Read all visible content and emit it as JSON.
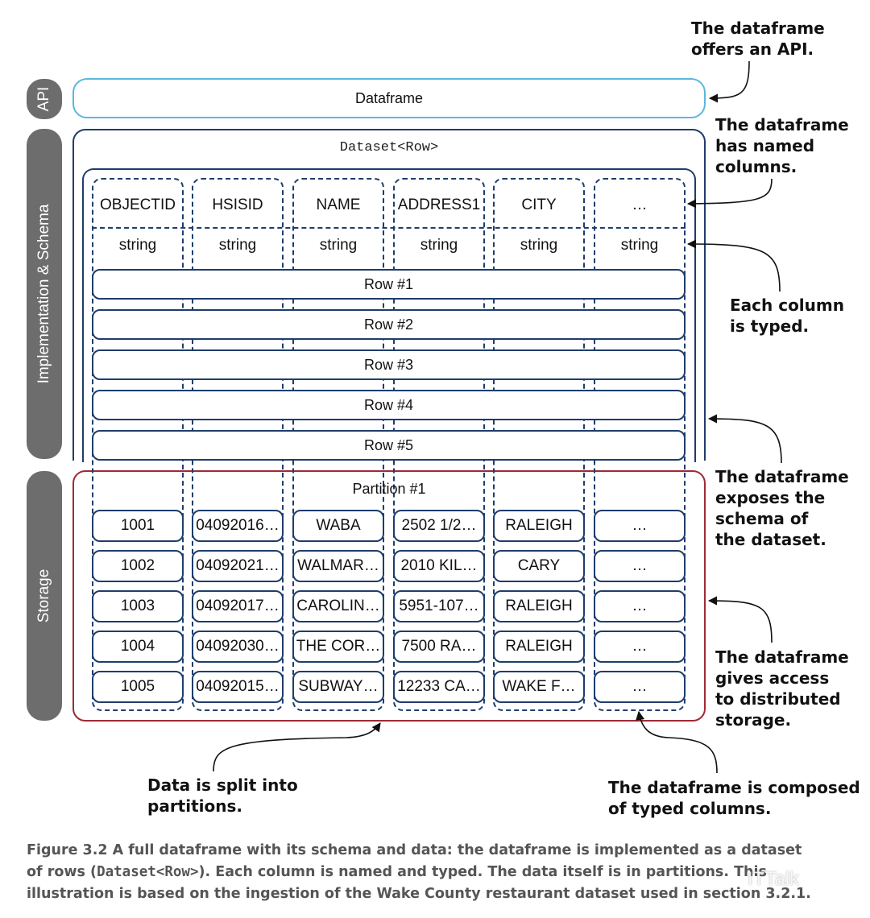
{
  "side_labels": {
    "api": "API",
    "impl": "Implementation & Schema",
    "storage": "Storage"
  },
  "api_box_label": "Dataframe",
  "dataset_label": "Dataset<Row>",
  "columns": [
    "OBJECTID",
    "HSISID",
    "NAME",
    "ADDRESS1",
    "CITY",
    "…"
  ],
  "types": [
    "string",
    "string",
    "string",
    "string",
    "string",
    "string"
  ],
  "rows": [
    "Row #1",
    "Row #2",
    "Row #3",
    "Row #4",
    "Row #5"
  ],
  "partition_label": "Partition #1",
  "partition_data": [
    [
      "1001",
      "04092016…",
      "WABA",
      "2502 1/2…",
      "RALEIGH",
      "…"
    ],
    [
      "1002",
      "04092021…",
      "WALMAR…",
      "2010 KIL…",
      "CARY",
      "…"
    ],
    [
      "1003",
      "04092017…",
      "CAROLIN…",
      "5951-107…",
      "RALEIGH",
      "…"
    ],
    [
      "1004",
      "04092030…",
      "THE COR…",
      "7500 RA…",
      "RALEIGH",
      "…"
    ],
    [
      "1005",
      "04092015…",
      "SUBWAY…",
      "12233 CA…",
      "WAKE F…",
      "…"
    ]
  ],
  "annotations": {
    "api": "The dataframe\noffers an API.",
    "named_columns": "The dataframe\nhas named\ncolumns.",
    "typed": "Each column\nis typed.",
    "schema": "The dataframe\nexposes the\nschema of\nthe dataset.",
    "storage": "The dataframe\ngives access\nto distributed\nstorage.",
    "partitions": "Data is split into\npartitions.",
    "composed": "The dataframe is composed\nof typed columns."
  },
  "caption": {
    "line1": "Figure 3.2    A full dataframe with its schema and data: the dataframe is implemented as a dataset",
    "line2_a": "of rows (",
    "line2_code": "Dataset<Row>",
    "line2_b": "). Each column is named and typed. The data itself is in partitions. This",
    "line3": "illustration is based on the ingestion of the Wake County restaurant dataset used in section 3.2.1."
  },
  "watermark": "ITTalk",
  "colors": {
    "api": "#5bb8de",
    "impl": "#1e3d6b",
    "storage": "#a02a36",
    "side": "#6d6d6d"
  }
}
